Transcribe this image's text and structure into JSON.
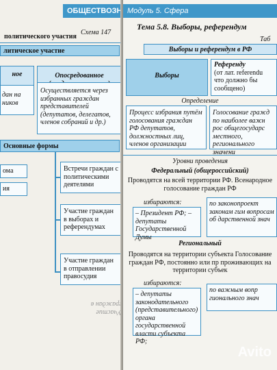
{
  "left": {
    "header": "ОБЩЕСТВОЗНАНИЕ",
    "schema": "Схема 147",
    "title_partial": "политического участия",
    "section": "литическое участие",
    "col_left": "ное",
    "col_right": "Опосредованное (представительное)",
    "left_cell": "дан на ников",
    "right_cell": "Осуществляется через избранных граждан представителей (депутатов, делегатов, членов собраний и др.)",
    "forms": "Основные формы",
    "left_forms": [
      "ома",
      "ия"
    ],
    "form_boxes": [
      "Встречи граждан с политическими деятелями",
      "Участие граждан в выборах и референдумах",
      "Участие граждан в отправлении правосудия"
    ],
    "footer_partial": "Участие граждан в"
  },
  "right": {
    "header": "Модуль 5. Сфера",
    "topic": "Тема 5.8. Выборы, референдум",
    "table_label": "Таб",
    "banner": "Выборы и референдум в РФ",
    "col_elections": "Выборы",
    "col_ref_title": "Референду",
    "col_ref_desc": "(от лат. referendu что должно бы сообщено)",
    "definition": "Определение",
    "def_elections": "Процесс избрания путём голосования граждан РФ депутатов, должностных лиц, членов организации",
    "def_referendum": "Голосование гражд по наиболее важн рос общегосударс местного, регионального значени",
    "levels": "Уровни проведения",
    "federal_label": "Федеральный (общероссийский)",
    "federal_text": "Проводятся на всей территории РФ. Всенародное голосование граждан РФ",
    "elect_label": "избираются:",
    "federal_elect": "– Президент РФ; – депутаты Государственной Думы",
    "federal_ref": "по законопроект законам гим вопросам об дарственной знач",
    "regional_label": "Региональный",
    "regional_text": "Проводятся на территории субъекта Голосование граждан РФ, постоянно или пр проживающих на территории субъек",
    "regional_elect": "– депутаты законодательного (представительного) органа государственной власти субъекта РФ;",
    "regional_ref": "по важным вопр гионального знач"
  },
  "watermark": "Avito"
}
